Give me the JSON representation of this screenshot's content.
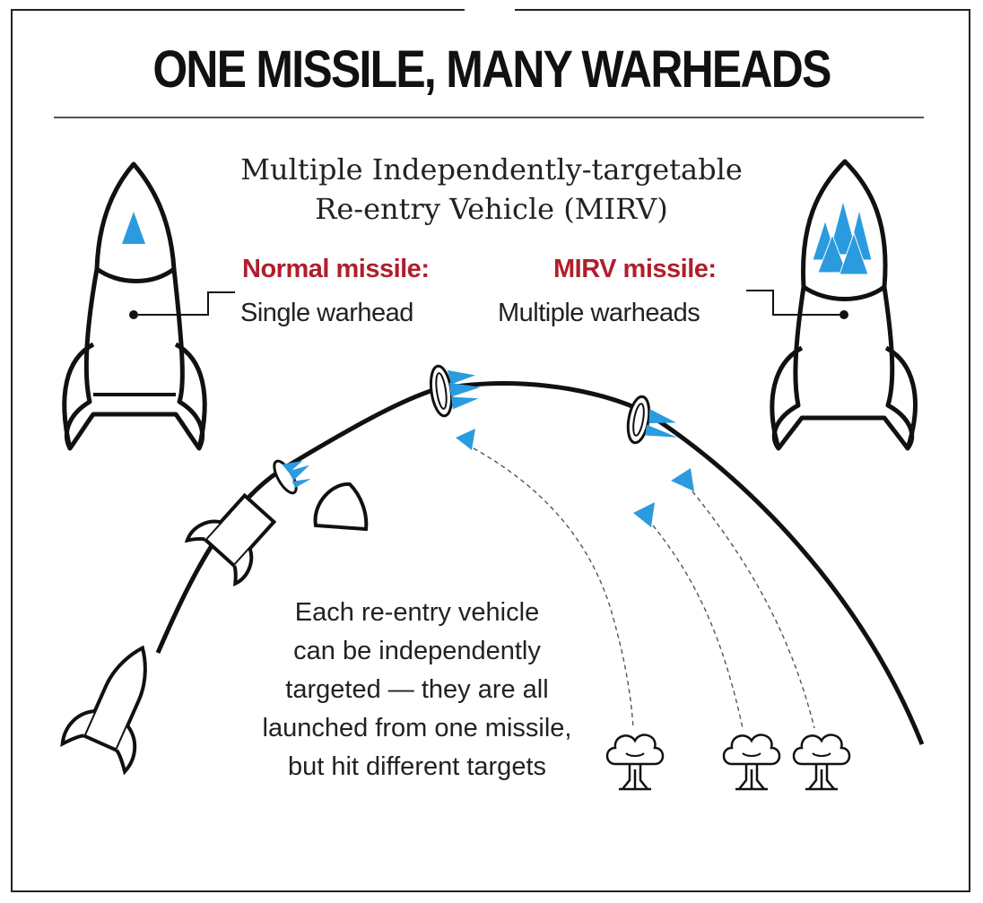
{
  "title": "ONE MISSILE, MANY WARHEADS",
  "subtitle": {
    "line1": "Multiple Independently-targetable",
    "line2": "Re-entry Vehicle (MIRV)"
  },
  "normal": {
    "label": "Normal missile:",
    "description": "Single warhead"
  },
  "mirv": {
    "label": "MIRV missile:",
    "description": "Multiple warheads"
  },
  "caption": [
    "Each re-entry vehicle",
    "can be independently",
    "targeted — they are all",
    "launched from one missile,",
    "but hit different targets"
  ],
  "colors": {
    "warhead": "#2b9be0",
    "label_red": "#b01e2c",
    "ink": "#111111"
  }
}
